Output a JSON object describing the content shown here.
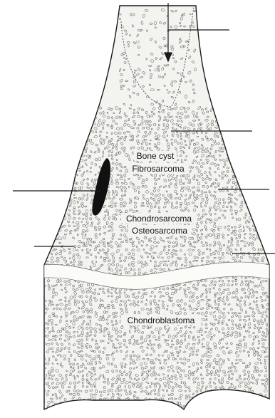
{
  "diagram": {
    "labels": {
      "bone_cyst": "Bone cyst",
      "fibrosarcoma": "Fibrosarcoma",
      "chondrosarcoma": "Chondrosarcoma",
      "osteosarcoma": "Osteosarcoma",
      "chondroblastoma": "Chondroblastoma"
    },
    "colors": {
      "line": "#1a1a1a",
      "bone_fill": "#f3f3f0",
      "cortex_fill": "#f7f7f4",
      "lesion": "#111111",
      "texture": "#555555"
    }
  }
}
